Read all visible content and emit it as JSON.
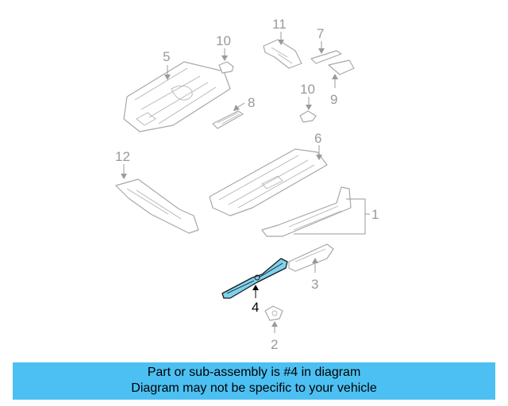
{
  "diagram": {
    "callouts": {
      "c1": "1",
      "c2": "2",
      "c3": "3",
      "c4": "4",
      "c5": "5",
      "c6": "6",
      "c7": "7",
      "c8": "8",
      "c9": "9",
      "c10a": "10",
      "c10b": "10",
      "c11": "11",
      "c12": "12"
    },
    "highlight_color": "#7fd1ee"
  },
  "footer": {
    "line1": "Part or sub-assembly is #4 in diagram",
    "line2": "Diagram may not be specific to your vehicle",
    "background": "#4cc0f2"
  }
}
